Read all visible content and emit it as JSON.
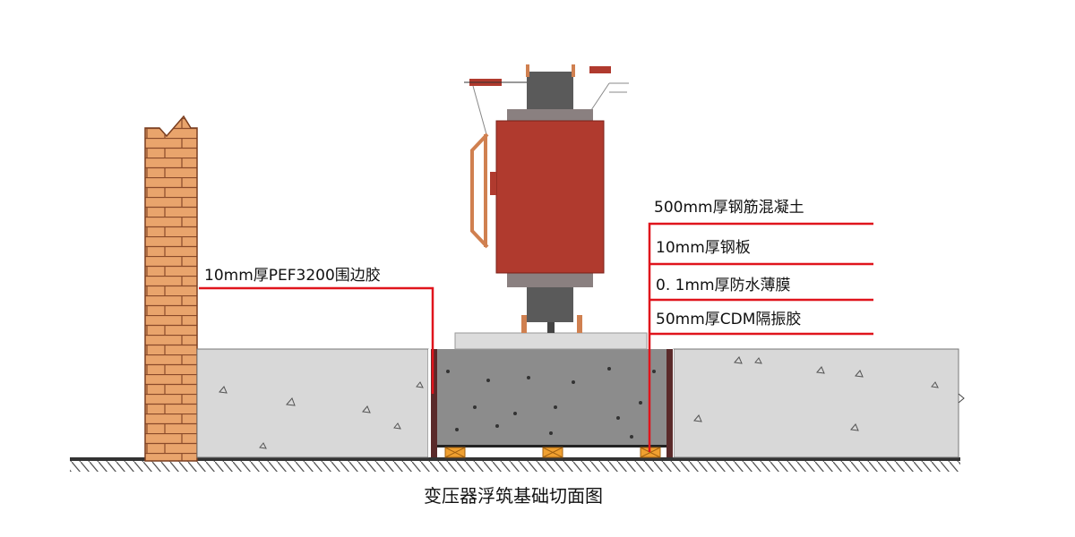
{
  "labels": {
    "concrete": "500mm厚钢筋混凝土",
    "steel_plate": "10mm厚钢板",
    "membrane": "0. 1mm厚防水薄膜",
    "isolation_rubber": "50mm厚CDM隔振胶",
    "edge_rubber": "10mm厚PEF3200围边胶"
  },
  "caption": "变压器浮筑基础切面图",
  "colors": {
    "leader": "#e0141c",
    "transformer": "#b03a2e",
    "brick": "#e9a46c",
    "slab": "#d8d8d8",
    "pit_concrete": "#8c8c8c",
    "pad": "#f0a030"
  }
}
